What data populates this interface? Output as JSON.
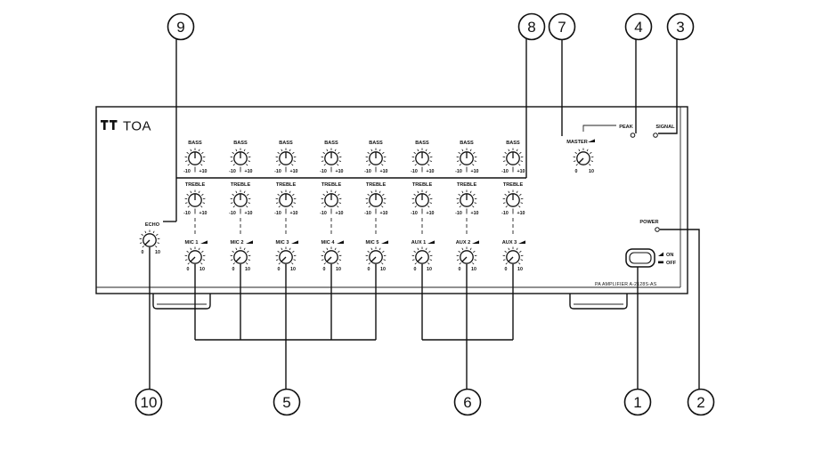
{
  "brand": {
    "logo_text": "TOA"
  },
  "model_label": "PA AMPLIFIER A-2128S-AS",
  "tone_controls": {
    "bass_label": "BASS",
    "treble_label": "TREBLE",
    "scale_min": "-10",
    "scale_max": "+10"
  },
  "inputs": [
    {
      "label": "MIC 1"
    },
    {
      "label": "MIC 2"
    },
    {
      "label": "MIC 3"
    },
    {
      "label": "MIC 4"
    },
    {
      "label": "MIC 5"
    },
    {
      "label": "AUX 1"
    },
    {
      "label": "AUX 2"
    },
    {
      "label": "AUX 3"
    }
  ],
  "input_scale": {
    "min": "0",
    "max": "10"
  },
  "echo": {
    "label": "ECHO",
    "scale_min": "0",
    "scale_max": "10"
  },
  "master": {
    "label": "MASTER",
    "scale_min": "0",
    "scale_max": "10"
  },
  "indicators": {
    "peak_label": "PEAK",
    "signal_label": "SIGNAL",
    "power_label": "POWER"
  },
  "power_switch": {
    "on_label": "ON",
    "off_label": "OFF"
  },
  "callouts": [
    "1",
    "2",
    "3",
    "4",
    "5",
    "6",
    "7",
    "8",
    "9",
    "10"
  ]
}
